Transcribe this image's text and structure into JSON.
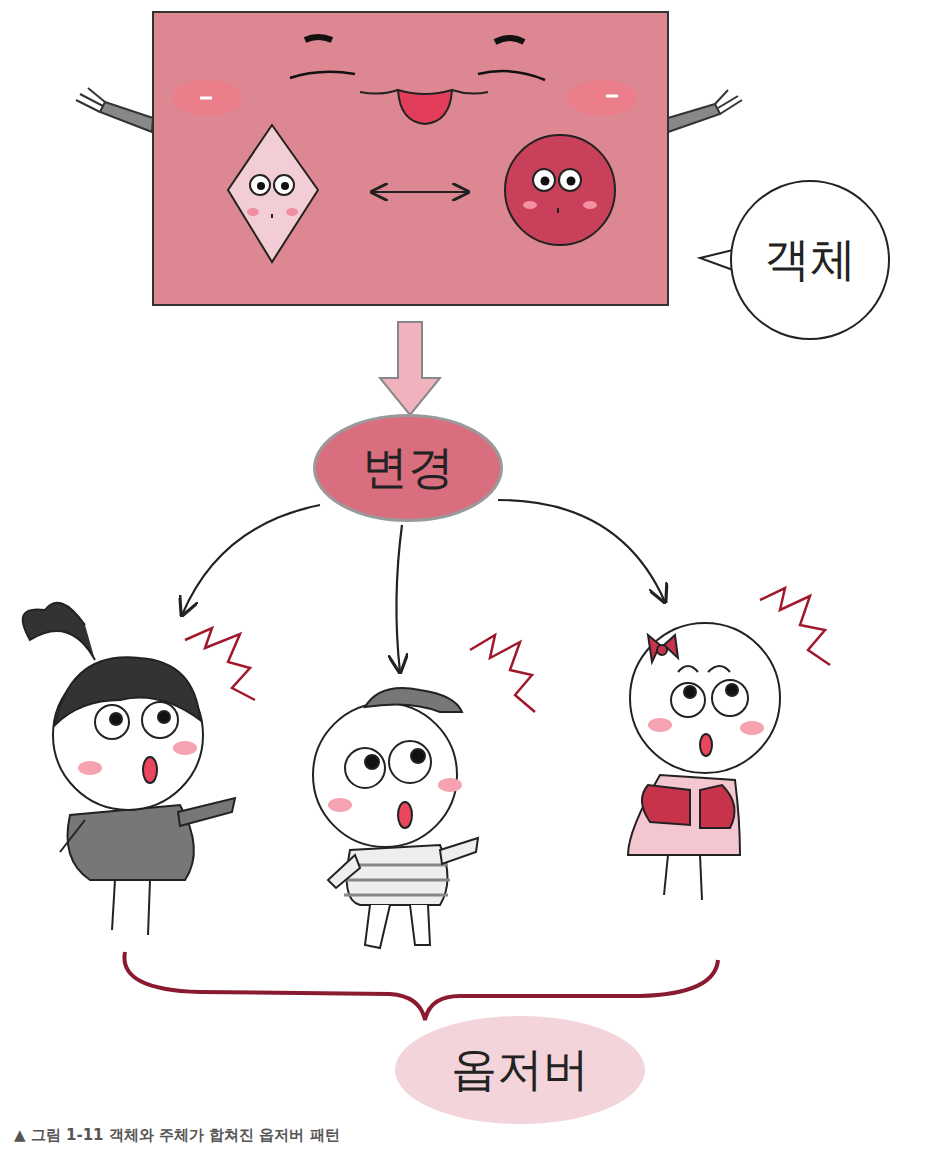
{
  "diagram": {
    "caption": "▲ 그림 1-11 객체와 주체가 합쳐진 옵저버 패턴",
    "nodes": [
      {
        "text": [
          "객체"
        ]
      },
      {
        "text": [
          "변경"
        ]
      },
      {
        "text": [
          "옵저버"
        ]
      }
    ]
  }
}
